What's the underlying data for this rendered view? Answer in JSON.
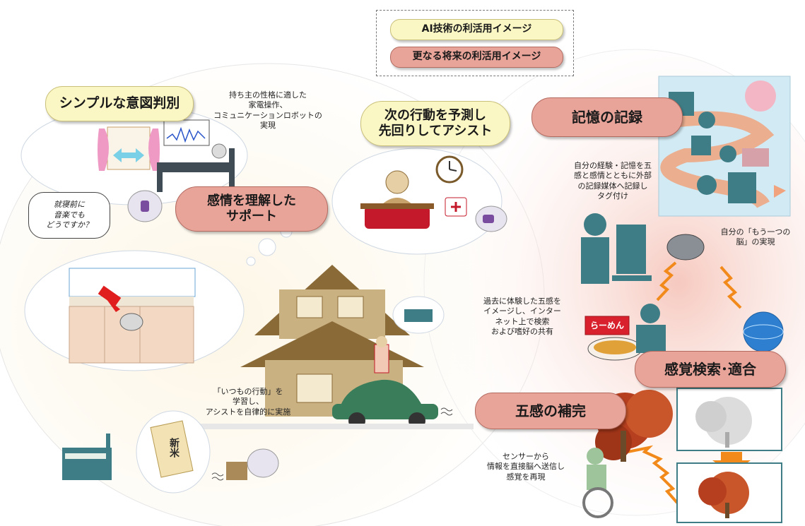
{
  "legend": {
    "ai_label": "AI技術の利活用イメージ",
    "future_label": "更なる将来の利活用イメージ"
  },
  "labels": {
    "simple_intent": "シンプルな意図判別",
    "predict_line1": "次の行動を予測し",
    "predict_line2": "先回りしてアシスト",
    "emotion_line1": "感情を理解した",
    "emotion_line2": "サポート",
    "memory_record": "記憶の記録",
    "sense_search": "感覚検索･適合",
    "five_senses": "五感の補完"
  },
  "notes": {
    "robot_personality": [
      "持ち主の性格に適した",
      "家電操作、",
      "コミュニケーションロボットの",
      "実現"
    ],
    "memory_tagging": [
      "自分の経験・記憶を五",
      "感と感情とともに外部",
      "の記録媒体へ記録し",
      "タグ付け"
    ],
    "second_brain": [
      "自分の「もう一つの",
      "脳」の実現"
    ],
    "past_senses": [
      "過去に体験した五感を",
      "イメージし、インター",
      "ネット上で検索",
      "および嗜好の共有"
    ],
    "routine_learning": [
      "「いつもの行動」を",
      "学習し、",
      "アシストを自律的に実施"
    ],
    "sensor_brain": [
      "センサーから",
      "情報を直接脳へ送信し",
      "感覚を再現"
    ]
  },
  "speech": {
    "bedtime": [
      "就寝前に",
      "音楽でも",
      "どうですか？"
    ]
  },
  "signs": {
    "ramen": "らーめん",
    "rice_bag": "新米"
  },
  "colors": {
    "yellow_pill": "#fbf7c4",
    "red_pill": "#e9a49a",
    "teal_icon": "#3f7d86",
    "house_brown": "#8a6a36"
  }
}
